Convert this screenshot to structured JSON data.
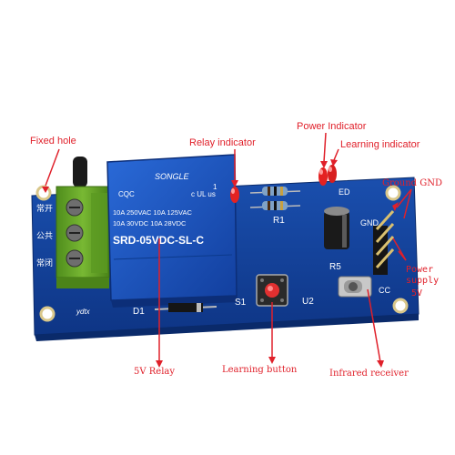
{
  "labels": {
    "fixed_hole": "Fixed hole",
    "relay_indicator": "Relay indicator",
    "power_indicator": "Power Indicator",
    "learning_indicator": "Learning indicator",
    "ground_gnd": "Ground GND",
    "power_supply_1": "Power",
    "power_supply_2": "supply",
    "power_supply_3": "5V",
    "relay_5v": "5V Relay",
    "learning_button": "Learning button",
    "infrared_receiver": "Infrared receiver"
  },
  "relay": {
    "brand": "SONGLE",
    "rating_1": "10A 250VAC  10A 125VAC",
    "rating_2": "10A 30VDC   10A 28VDC",
    "model": "SRD-05VDC-SL-C",
    "cert": "CQC",
    "ul": "c UL us"
  },
  "silkscreen": {
    "no": "常开",
    "com": "公共",
    "nc": "常闭",
    "brand": "ydtx",
    "d1": "D1",
    "s1": "S1",
    "u2": "U2",
    "r1": "R1",
    "r5": "R5",
    "gnd": "GND",
    "vcc": "CC",
    "led": "ED",
    "one": "1"
  },
  "colors": {
    "board": "#123f9a",
    "relay": "#1a55c2",
    "terminal": "#6cab2a",
    "label": "#e0202a"
  }
}
